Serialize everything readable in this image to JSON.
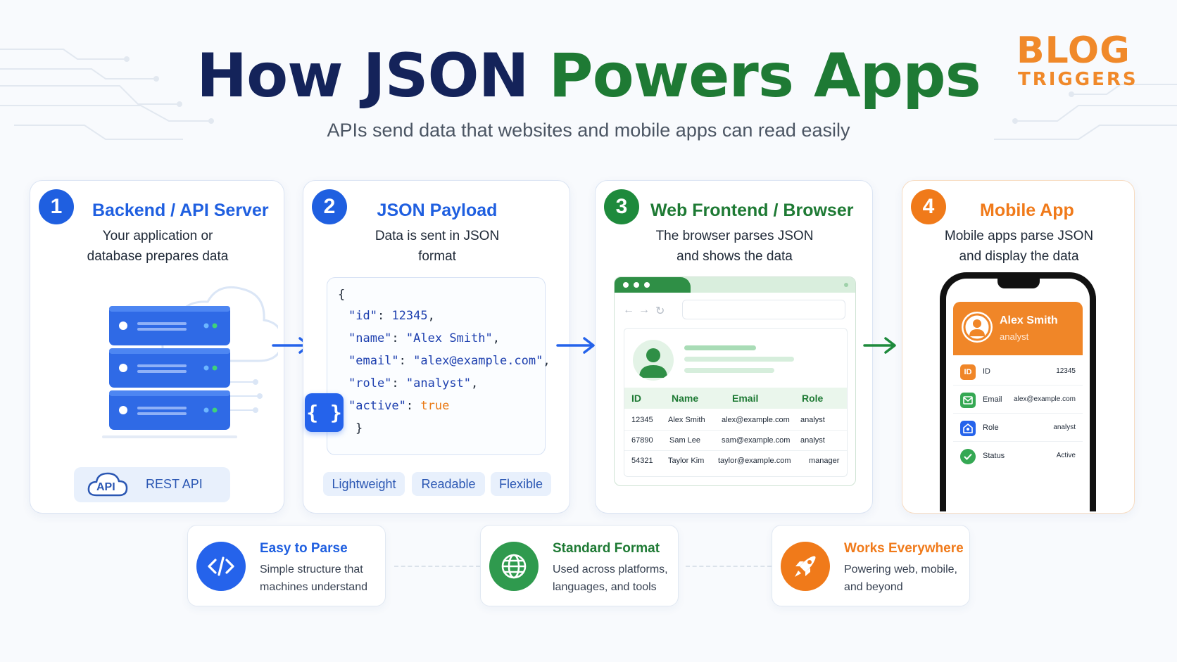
{
  "title": {
    "part1": "How JSON",
    "part2": "Powers Apps"
  },
  "subtitle": "APIs send data that websites and mobile apps can read easily",
  "logo": {
    "line1": "BLOG",
    "line2": "TRIGGERS"
  },
  "colors": {
    "navy": "#14235a",
    "green": "#1e7a34",
    "blue": "#2563eb",
    "orange": "#f08628"
  },
  "steps": [
    {
      "number": "1",
      "title": "Backend / API Server",
      "desc_line1": "Your application or",
      "desc_line2": "database prepares data",
      "badge_icon": "API",
      "badge_label": "REST API"
    },
    {
      "number": "2",
      "title": "JSON Payload",
      "desc_line1": "Data is sent in JSON",
      "desc_line2": "format"
    },
    {
      "number": "3",
      "title": "Web Frontend / Browser",
      "desc_line1": "The browser parses JSON",
      "desc_line2": "and shows the data"
    },
    {
      "number": "4",
      "title": "Mobile App",
      "desc_line1": "Mobile apps parse JSON",
      "desc_line2": "and display the data"
    }
  ],
  "json_payload": {
    "open": "{",
    "close": "}",
    "fields": [
      {
        "key": "\"id\"",
        "value": "12345",
        "type": "number"
      },
      {
        "key": "\"name\"",
        "value": "\"Alex Smith\"",
        "type": "string"
      },
      {
        "key": "\"email\"",
        "value": "\"alex@example.com\"",
        "type": "string"
      },
      {
        "key": "\"role\"",
        "value": "\"analyst\"",
        "type": "string"
      },
      {
        "key": "\"active\"",
        "value": "true",
        "type": "boolean"
      }
    ],
    "badge": "{ }",
    "pills": [
      "Lightweight",
      "Readable",
      "Flexible"
    ]
  },
  "browser_table": {
    "headers": [
      "ID",
      "Name",
      "Email",
      "Role"
    ],
    "rows": [
      [
        "12345",
        "Alex Smith",
        "alex@example.com",
        "analyst"
      ],
      [
        "67890",
        "Sam Lee",
        "sam@example.com",
        "analyst"
      ],
      [
        "54321",
        "Taylor Kim",
        "taylor@example.com",
        "manager"
      ]
    ]
  },
  "mobile_profile": {
    "name": "Alex Smith",
    "role": "analyst",
    "id_icon": "ID",
    "fields": [
      {
        "label": "ID",
        "value": "12345",
        "icon": "id-icon"
      },
      {
        "label": "Email",
        "value": "alex@example.com",
        "icon": "mail-icon"
      },
      {
        "label": "Role",
        "value": "analyst",
        "icon": "role-icon"
      },
      {
        "label": "Status",
        "value": "Active",
        "icon": "check-icon"
      }
    ]
  },
  "features": [
    {
      "title": "Easy to Parse",
      "desc_line1": "Simple structure that",
      "desc_line2": "machines understand",
      "icon": "code-icon"
    },
    {
      "title": "Standard Format",
      "desc_line1": "Used across platforms,",
      "desc_line2": "languages, and tools",
      "icon": "globe-icon"
    },
    {
      "title": "Works Everywhere",
      "desc_line1": "Powering web, mobile,",
      "desc_line2": "and beyond",
      "icon": "rocket-icon"
    }
  ]
}
